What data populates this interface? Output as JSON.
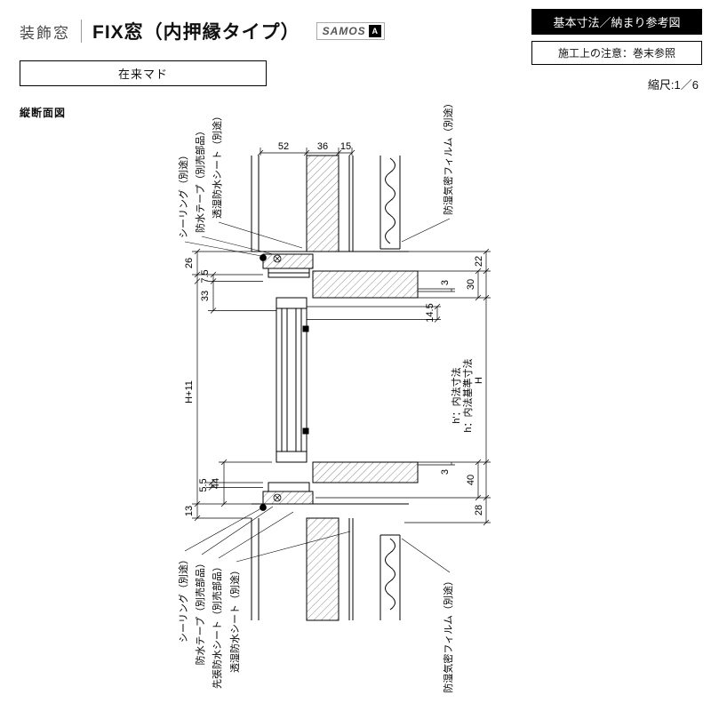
{
  "header": {
    "category": "装飾窓",
    "title": "FIX窓（内押縁タイプ）",
    "brand": "SAMOS",
    "brand_mark": "A",
    "ref_title": "基本寸法／納まり参考図",
    "note": "施工上の注意：巻末参照",
    "scale": "縮尺:1／6",
    "window_type": "在来マド",
    "view_label": "縦断面図"
  },
  "labels": {
    "top_left": [
      "シーリング（別途）",
      "防水テープ（別売部品）",
      "透湿防水シート（別途）"
    ],
    "top_right": "防湿気密フィルム（別途）",
    "bottom_left": [
      "シーリング（別途）",
      "防水テープ（別売部品）",
      "先張防水シート（別売部品）",
      "透湿防水シート（別途）"
    ],
    "bottom_right": "防湿気密フィルム（別途）",
    "inner_height_base": "h：内法基準寸法",
    "inner_height": "h'：内法寸法"
  },
  "dims": {
    "top": {
      "a": "52",
      "b": "36",
      "c": "15"
    },
    "left": {
      "t26": "26",
      "t7_5": "7.5",
      "t33": "33",
      "h11": "H+11",
      "b5_5": "5.5",
      "b44": "44",
      "b13": "13"
    },
    "right": {
      "t22": "22",
      "t30": "30",
      "t3": "3",
      "g14_5": "14.5",
      "H": "H",
      "b3": "3",
      "b40": "40",
      "b28": "28"
    }
  },
  "colors": {
    "line": "#000000",
    "headerbox": "#000000"
  }
}
